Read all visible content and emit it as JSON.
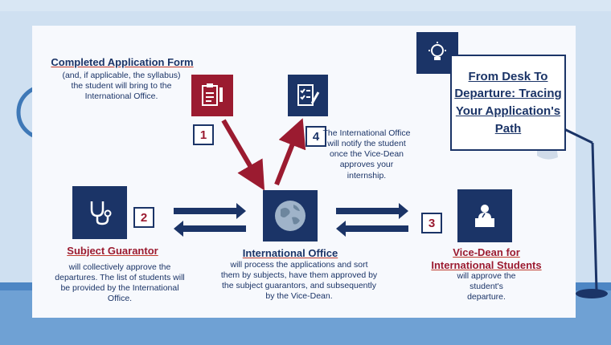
{
  "title": "From Desk To Departure: Tracing Your Application's Path",
  "steps": [
    {
      "number": "1",
      "heading": "Completed Application Form",
      "body": "(and, if applicable, the syllabus) the student will bring to the International Office.",
      "icon": "clipboard-form-icon",
      "color": "#9b1b30"
    },
    {
      "number": "2",
      "heading": "Subject Guarantor",
      "body": "will collectively approve the departures. The list of students will be provided by the International Office.",
      "icon": "stethoscope-icon",
      "color": "#1b3467"
    },
    {
      "number": "3",
      "heading": "Vice-Dean for International Students",
      "body": "will approve the student's departure.",
      "icon": "lectern-speaker-icon",
      "color": "#1b3467"
    },
    {
      "number": "4",
      "heading": "",
      "body": "The International Office will notify the student once the Vice-Dean approves your internship.",
      "icon": "checklist-pen-icon",
      "color": "#1b3467"
    }
  ],
  "center": {
    "heading": "International Office",
    "body": "will process the applications and sort them by subjects, have them approved by the subject guarantors, and subsequently by the Vice-Dean.",
    "icon": "globe-icon",
    "color": "#1b3467"
  },
  "accent_icon": "lightbulb-icon",
  "colors": {
    "navy": "#1b3467",
    "crimson": "#9b1b30",
    "background": "#cfe0f1",
    "panel": "#f7f9fd"
  }
}
